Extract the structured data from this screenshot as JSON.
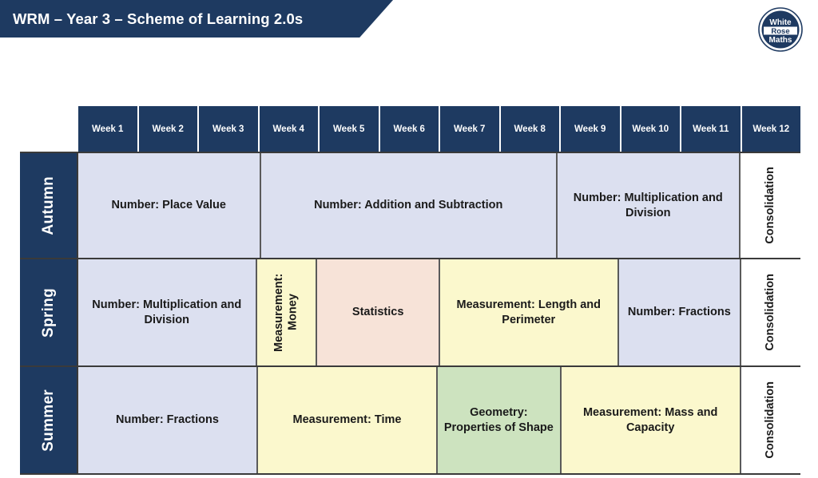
{
  "header": {
    "title": "WRM – Year 3 – Scheme of Learning 2.0s",
    "banner_color": "#1e3a61"
  },
  "logo": {
    "name": "white-rose-maths-logo",
    "line1": "White",
    "line2": "Rose",
    "line3": "Maths",
    "color": "#1e3a61"
  },
  "table": {
    "week_headers": [
      "Week 1",
      "Week 2",
      "Week 3",
      "Week 4",
      "Week 5",
      "Week 6",
      "Week 7",
      "Week 8",
      "Week 9",
      "Week 10",
      "Week 11",
      "Week 12"
    ],
    "colors": {
      "navy": "#1e3a61",
      "blue": "#dce0f0",
      "yellow": "#fbf8cd",
      "pink": "#f7e3d8",
      "green": "#cde3bf",
      "white": "#ffffff"
    },
    "rows": [
      {
        "season": "Autumn",
        "cells": [
          {
            "label": "Number: Place Value",
            "weeks": 3,
            "color": "blue",
            "orientation": "horizontal"
          },
          {
            "label": "Number: Addition and Subtraction",
            "weeks": 5,
            "color": "blue",
            "orientation": "horizontal"
          },
          {
            "label": "Number: Multiplication and Division",
            "weeks": 3,
            "color": "blue",
            "orientation": "horizontal"
          },
          {
            "label": "Consolidation",
            "weeks": 1,
            "color": "white",
            "orientation": "vertical"
          }
        ]
      },
      {
        "season": "Spring",
        "cells": [
          {
            "label": "Number: Multiplication and Division",
            "weeks": 3,
            "color": "blue",
            "orientation": "horizontal"
          },
          {
            "label": "Measurement: Money",
            "weeks": 1,
            "color": "yellow",
            "orientation": "vertical"
          },
          {
            "label": "Statistics",
            "weeks": 2,
            "color": "pink",
            "orientation": "horizontal"
          },
          {
            "label": "Measurement: Length and Perimeter",
            "weeks": 3,
            "color": "yellow",
            "orientation": "horizontal"
          },
          {
            "label": "Number: Fractions",
            "weeks": 2,
            "color": "blue",
            "orientation": "horizontal"
          },
          {
            "label": "Consolidation",
            "weeks": 1,
            "color": "white",
            "orientation": "vertical"
          }
        ]
      },
      {
        "season": "Summer",
        "cells": [
          {
            "label": "Number: Fractions",
            "weeks": 3,
            "color": "blue",
            "orientation": "horizontal"
          },
          {
            "label": "Measurement: Time",
            "weeks": 3,
            "color": "yellow",
            "orientation": "horizontal"
          },
          {
            "label": "Geometry: Properties of Shape",
            "weeks": 2,
            "color": "green",
            "orientation": "horizontal"
          },
          {
            "label": "Measurement: Mass and Capacity",
            "weeks": 3,
            "color": "yellow",
            "orientation": "horizontal"
          },
          {
            "label": "Consolidation",
            "weeks": 1,
            "color": "white",
            "orientation": "vertical"
          }
        ]
      }
    ]
  }
}
